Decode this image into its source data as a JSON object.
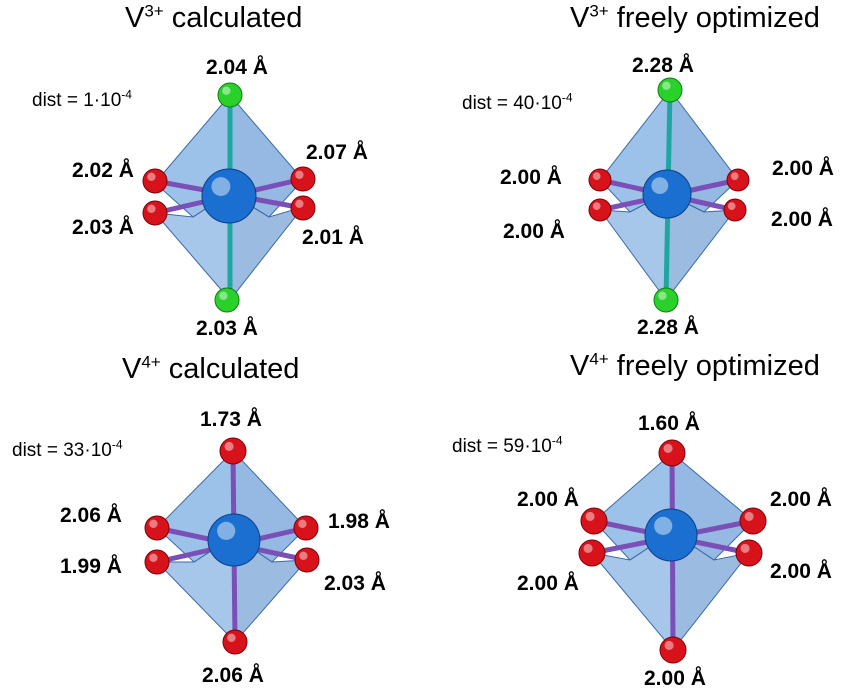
{
  "colors": {
    "vanadium": "#1a6fd0",
    "oxygen": "#d8121b",
    "halide": "#2bd12b",
    "bond_apical_v3": "#1ea7a0",
    "bond_oxygen": "#7a4fb6",
    "polyhedron": "#4a8fd8"
  },
  "panels": [
    {
      "title_base": "V",
      "title_charge": "3+",
      "title_rest": " calculated",
      "dist_prefix": "dist = ",
      "dist_mantissa": "1·10",
      "dist_exp": "-4",
      "labels": {
        "top": "2.04 Å",
        "upper_left": "2.02 Å",
        "lower_left": "2.03 Å",
        "upper_right": "2.07 Å",
        "lower_right": "2.01 Å",
        "bottom": "2.03 Å"
      }
    },
    {
      "title_base": "V",
      "title_charge": "3+",
      "title_rest": " freely optimized",
      "dist_prefix": "dist = ",
      "dist_mantissa": "40·10",
      "dist_exp": "-4",
      "labels": {
        "top": "2.28 Å",
        "upper_left": "2.00 Å",
        "lower_left": "2.00 Å",
        "upper_right": "2.00 Å",
        "lower_right": "2.00 Å",
        "bottom": "2.28 Å"
      }
    },
    {
      "title_base": "V",
      "title_charge": "4+",
      "title_rest": " calculated",
      "dist_prefix": "dist = ",
      "dist_mantissa": "33·10",
      "dist_exp": "-4",
      "labels": {
        "top": "1.73 Å",
        "upper_left": "2.06 Å",
        "lower_left": "1.99 Å",
        "upper_right": "1.98 Å",
        "lower_right": "2.03 Å",
        "bottom": "2.06 Å"
      }
    },
    {
      "title_base": "V",
      "title_charge": "4+",
      "title_rest": " freely optimized",
      "dist_prefix": "dist = ",
      "dist_mantissa": "59·10",
      "dist_exp": "-4",
      "labels": {
        "top": "1.60 Å",
        "upper_left": "2.00 Å",
        "lower_left": "2.00 Å",
        "upper_right": "2.00 Å",
        "lower_right": "2.00 Å",
        "bottom": "2.00 Å"
      }
    }
  ]
}
